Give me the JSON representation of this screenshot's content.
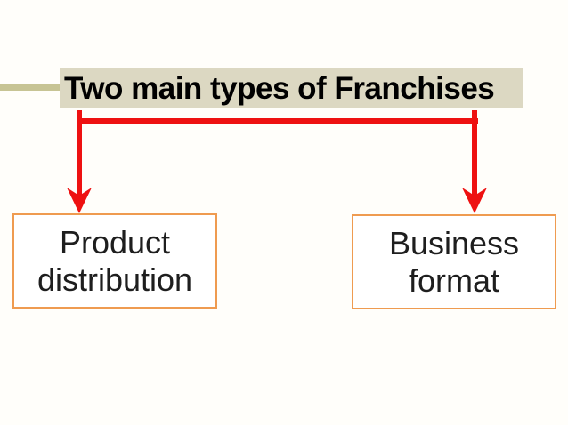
{
  "slide": {
    "title": {
      "text": "Two main types of Franchises"
    },
    "boxes": [
      {
        "label": "Product\ndistribution"
      },
      {
        "label": "Business\nformat"
      }
    ],
    "colors": {
      "title_background": "#dcd8c2",
      "title_text": "#000000",
      "accent_line": "#c7c494",
      "arrow": "#ee1111",
      "box_border": "#ef9b50",
      "box_text": "#1e1e1e",
      "page_background": "#fffefa"
    }
  }
}
